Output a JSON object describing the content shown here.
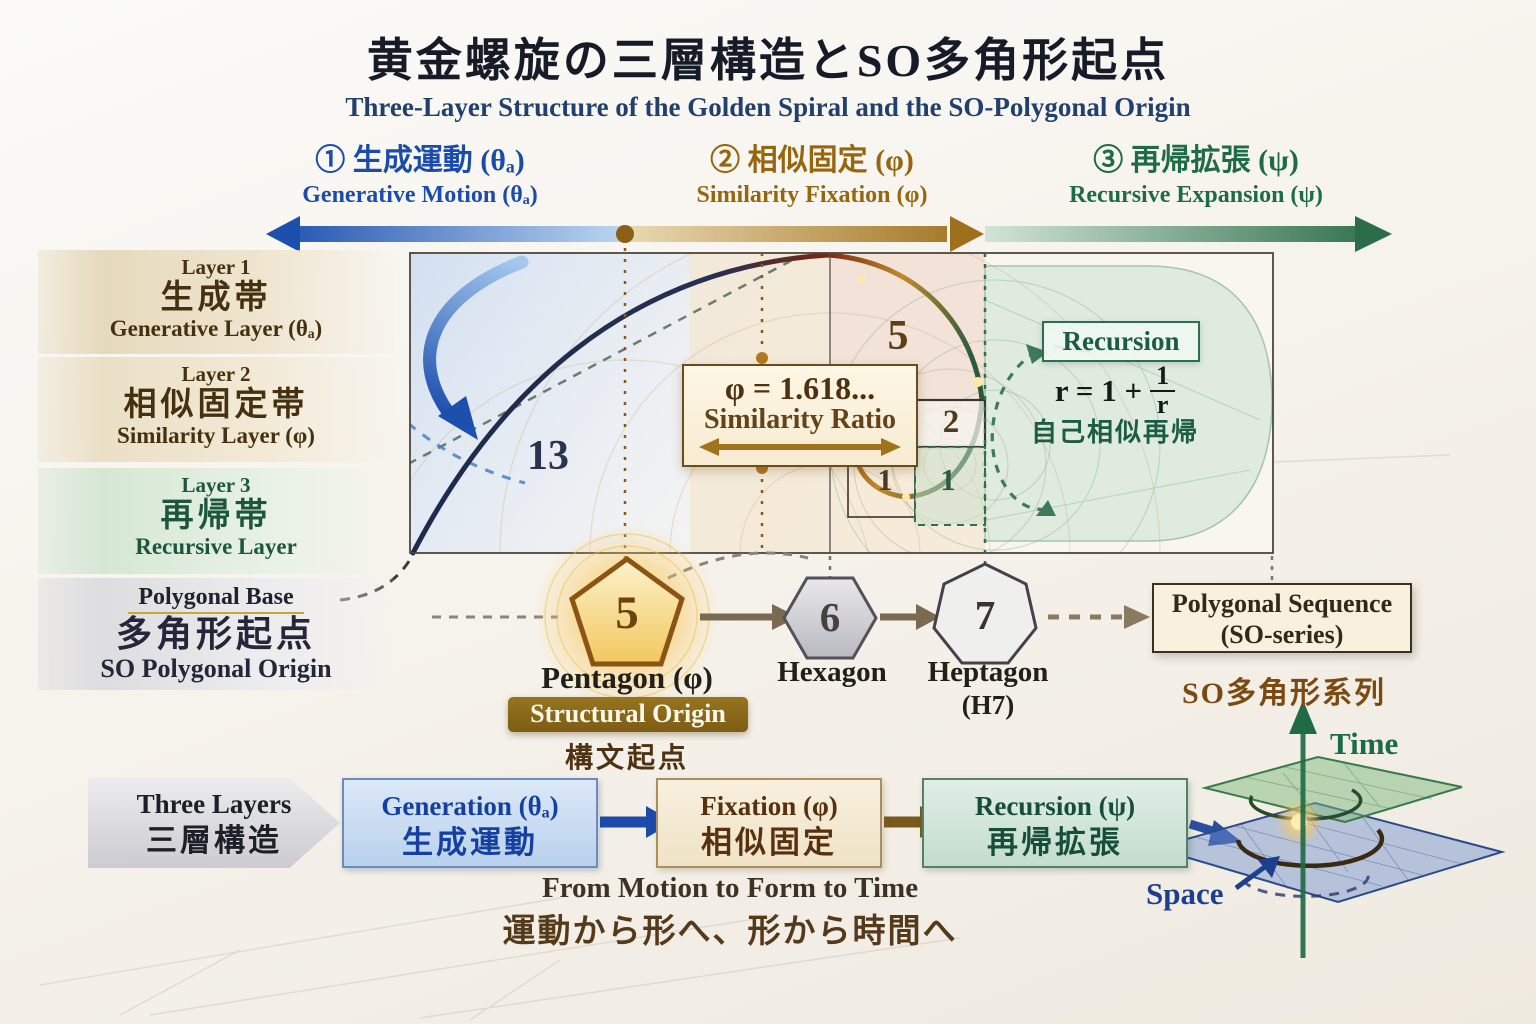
{
  "title": {
    "jp": "黄金螺旋の三層構造とSO多角形起点",
    "en": "Three-Layer Structure of the Golden Spiral and the SO-Polygonal Origin"
  },
  "phases": [
    {
      "jp": "① 生成運動 (θₐ)",
      "en": "Generative Motion (θₐ)"
    },
    {
      "jp": "② 相似固定 (φ)",
      "en": "Similarity Fixation (φ)"
    },
    {
      "jp": "③ 再帰拡張 (ψ)",
      "en": "Recursive Expansion (ψ)"
    }
  ],
  "layers": [
    {
      "tier": "Layer 1",
      "jp": "生成帯",
      "en": "Generative Layer (θₐ)"
    },
    {
      "tier": "Layer 2",
      "jp": "相似固定帯",
      "en": "Similarity Layer (φ)"
    },
    {
      "tier": "Layer 3",
      "jp": "再帰帯",
      "en": "Recursive Layer"
    },
    {
      "tier": "Polygonal Base",
      "jp": "多角形起点",
      "en": "SO Polygonal Origin"
    }
  ],
  "fib": {
    "n13": "13",
    "n5": "5",
    "n2": "2",
    "n1a": "1",
    "n1b": "1"
  },
  "similarity": {
    "formula": "φ = 1.618...",
    "label": "Similarity Ratio"
  },
  "recursion": {
    "title": "Recursion",
    "eq_prefix": "r = 1 +",
    "frac_num": "1",
    "frac_den": "r",
    "jp": "自己相似再帰"
  },
  "polygons": {
    "pentagon": {
      "num": "5",
      "label": "Pentagon (φ)",
      "badge": "Structural Origin",
      "jp": "構文起点"
    },
    "hexagon": {
      "num": "6",
      "label": "Hexagon"
    },
    "heptagon": {
      "num": "7",
      "label": "Heptagon",
      "sub": "(H7)"
    }
  },
  "sequence": {
    "line1": "Polygonal Sequence",
    "line2": "(SO-series)",
    "jp": "SO多角形系列"
  },
  "flow": {
    "step1": {
      "en": "Three Layers",
      "jp": "三層構造"
    },
    "step2": {
      "en": "Generation (θₐ)",
      "jp": "生成運動"
    },
    "step3": {
      "en": "Fixation (φ)",
      "jp": "相似固定"
    },
    "step4": {
      "en": "Recursion (ψ)",
      "jp": "再帰拡張"
    },
    "caption_en": "From Motion to Form to Time",
    "caption_jp": "運動から形へ、形から時間へ"
  },
  "axes": {
    "time": "Time",
    "space": "Space"
  },
  "colors": {
    "blue": "#1c4caa",
    "gold": "#96660f",
    "green": "#1f6b46",
    "accent_gold": "#a0731c"
  }
}
